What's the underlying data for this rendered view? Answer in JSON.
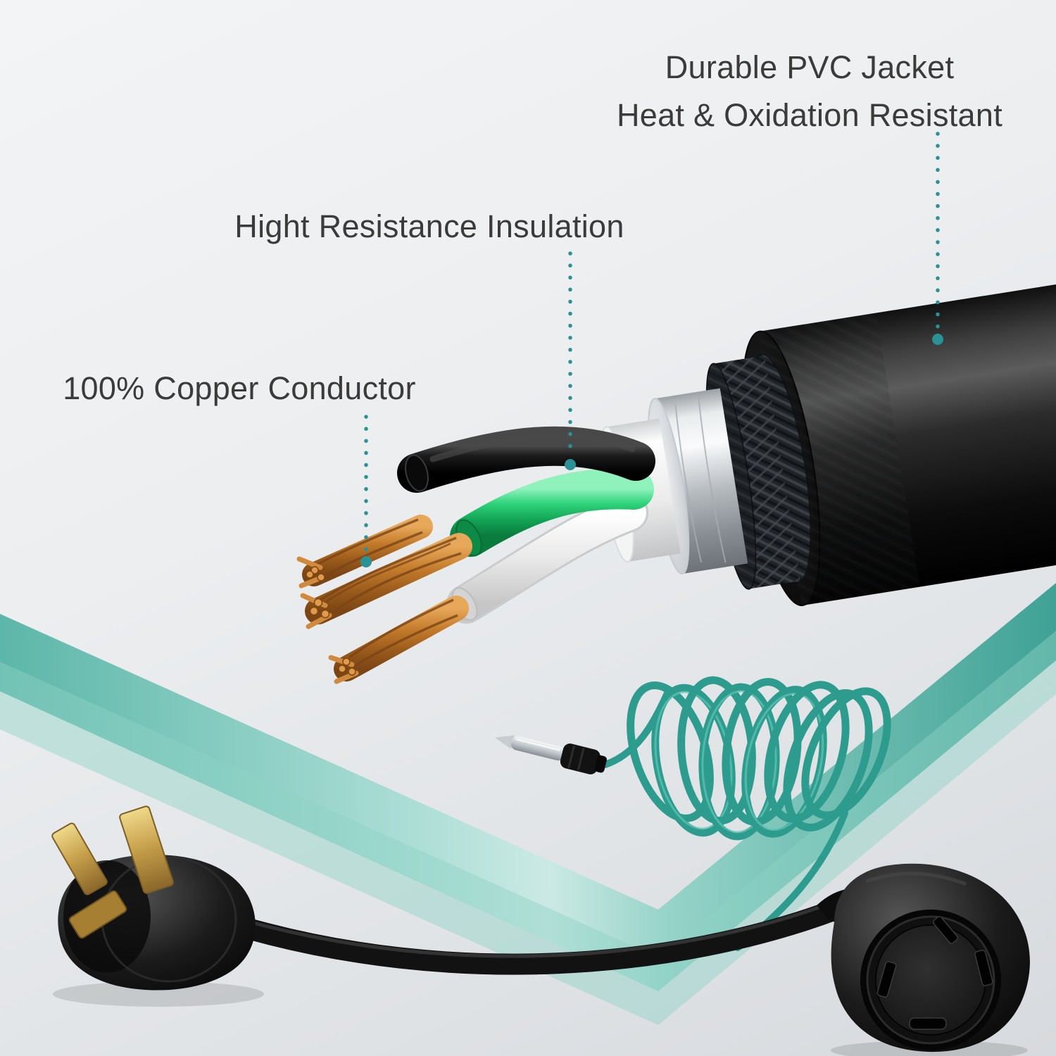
{
  "labels": {
    "pvc_jacket": {
      "line1": "Durable PVC Jacket",
      "line2": "Heat & Oxidation Resistant"
    },
    "insulation": "Hight Resistance Insulation",
    "copper": "100% Copper Conductor"
  },
  "colors": {
    "text_color": "#3b3b3b",
    "leader_color": "#2b9195",
    "accent_teal": "#47ab9e",
    "accent_teal_light": "#9ed8cd",
    "copper": "#c07a2b",
    "wire_green": "#1fba62",
    "jacket_black": "#141414",
    "foil_silver": "#d9dde0",
    "brass": "#c9a24e",
    "background_top": "#f2f3f5",
    "background_bottom": "#d7dade"
  },
  "graphics": [
    "pvc-jacket-layer",
    "braided-shield-layer",
    "foil-shield-layer",
    "insulation-filler-layer",
    "black-wire",
    "green-wire",
    "white-wire",
    "copper-strands",
    "chevron-ribbon",
    "ground-wire-coil",
    "ground-pin",
    "nema-plug",
    "power-cord",
    "nema-receptacle"
  ]
}
